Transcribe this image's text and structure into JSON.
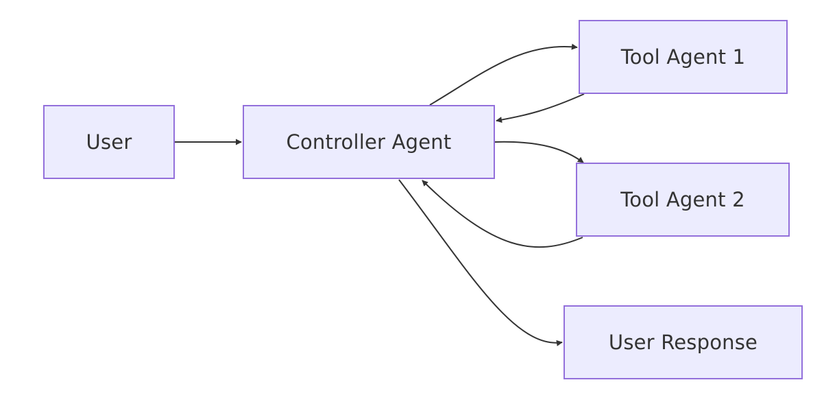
{
  "diagram": {
    "nodes": {
      "user": {
        "label": "User"
      },
      "controller": {
        "label": "Controller Agent"
      },
      "tool1": {
        "label": "Tool Agent 1"
      },
      "tool2": {
        "label": "Tool Agent 2"
      },
      "user_response": {
        "label": "User Response"
      }
    },
    "edges": [
      {
        "from": "User",
        "to": "Controller Agent"
      },
      {
        "from": "Controller Agent",
        "to": "Tool Agent 1"
      },
      {
        "from": "Tool Agent 1",
        "to": "Controller Agent"
      },
      {
        "from": "Controller Agent",
        "to": "Tool Agent 2"
      },
      {
        "from": "Tool Agent 2",
        "to": "Controller Agent"
      },
      {
        "from": "Controller Agent",
        "to": "User Response"
      }
    ],
    "colors": {
      "node_fill": "#ececfe",
      "node_border": "#9370db",
      "edge": "#333333",
      "text": "#333333"
    }
  }
}
